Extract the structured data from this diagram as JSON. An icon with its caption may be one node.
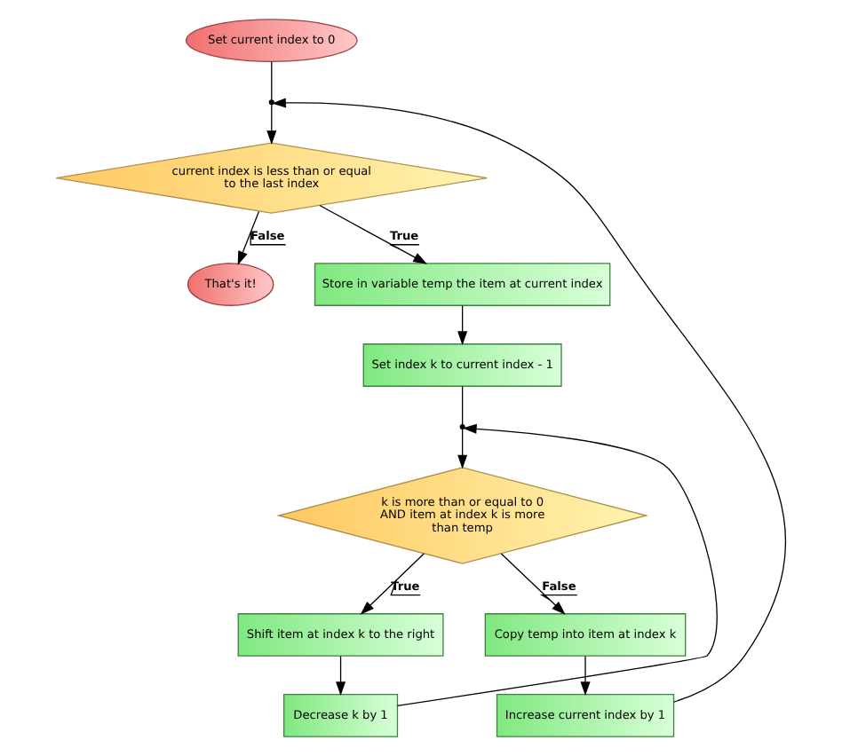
{
  "diagram": {
    "nodes": [
      {
        "text": [
          "Set current index to 0"
        ]
      },
      {
        "text": [],
        "shape": "point"
      },
      {
        "text": [
          "current index is less than or equal to the last index"
        ]
      },
      {
        "text": [
          "That's it!"
        ]
      },
      {
        "text": [
          "Store in variable temp the item at current index"
        ]
      },
      {
        "text": [
          "Set index k to current index - 1"
        ]
      },
      {
        "text": [],
        "shape": "point"
      },
      {
        "text": [
          "k is more than or equal to 0 AND item at index k is more than temp"
        ]
      },
      {
        "text": [
          "Shift item at index k to the right"
        ]
      },
      {
        "text": [
          "Copy temp into item at index k"
        ]
      },
      {
        "text": [
          "Decrease k by 1"
        ]
      },
      {
        "text": [
          "Increase current index by 1"
        ]
      }
    ],
    "edges": [
      {
        "from": 0,
        "to": 1,
        "arrow": "none"
      },
      {
        "from": 1,
        "to": 2,
        "arrow": "to"
      },
      {
        "from": 2,
        "to": 3,
        "arrow": "to",
        "label": "False"
      },
      {
        "from": 2,
        "to": 4,
        "arrow": "to",
        "label": "True"
      },
      {
        "from": 4,
        "to": 5,
        "arrow": "to"
      },
      {
        "from": 5,
        "to": 6,
        "arrow": "none"
      },
      {
        "from": 6,
        "to": 7,
        "arrow": "to"
      },
      {
        "from": 7,
        "to": 8,
        "arrow": "to",
        "label": "True"
      },
      {
        "from": 7,
        "to": 9,
        "arrow": "to",
        "label": "False"
      },
      {
        "from": 8,
        "to": 10,
        "arrow": "to"
      },
      {
        "from": 9,
        "to": 11,
        "arrow": "to"
      },
      {
        "from": 10,
        "to": 6,
        "arrow": "to"
      },
      {
        "from": 11,
        "to": 1,
        "arrow": "to"
      }
    ]
  }
}
